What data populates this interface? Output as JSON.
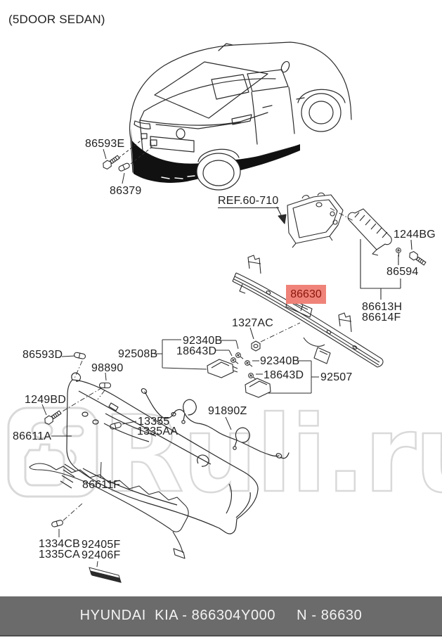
{
  "variant_note": "(5DOOR SEDAN)",
  "ref_label": "REF.60-710",
  "parts": {
    "86593E": "86593E",
    "86379": "86379",
    "1244BG": "1244BG",
    "86594": "86594",
    "86630": "86630",
    "86613H": "86613H",
    "86614F": "86614F",
    "1327AC": "1327AC",
    "92340B": "92340B",
    "18643D": "18643D",
    "92508B": "92508B",
    "86593D": "86593D",
    "98890": "98890",
    "92507": "92507",
    "1249BD": "1249BD",
    "13355": "13355",
    "1335AA": "1335AA",
    "86611A": "86611A",
    "91890Z": "91890Z",
    "86611F": "86611F",
    "1334CB": "1334CB",
    "1335CA": "1335CA",
    "92405F": "92405F",
    "92406F": "92406F"
  },
  "highlight": {
    "part_number": "86630",
    "bg_color": "#ef8379",
    "text_color": "#8b150b"
  },
  "icons": [
    "bolt-icon",
    "clip-icon",
    "nut-icon",
    "screw-icon",
    "arrow-icon"
  ],
  "watermark": {
    "text": "Ruli.ru",
    "color": "#d9d9d9",
    "logo": "ruli-logo-mark"
  },
  "footer": {
    "left": "HYUNDAI  KIA - 866304Y000",
    "right": "N - 86630",
    "bg_color": "#6b6b6b",
    "text_color": "#f4f4f4"
  }
}
